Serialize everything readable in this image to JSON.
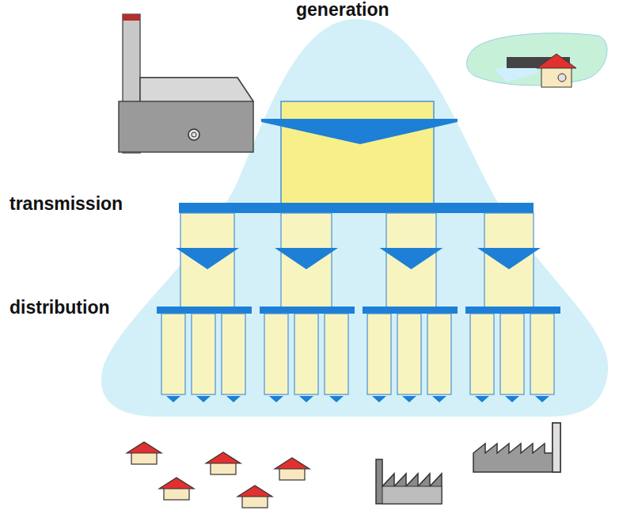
{
  "diagram": {
    "labels": [
      "generation",
      "transmission",
      "distribution"
    ]
  }
}
